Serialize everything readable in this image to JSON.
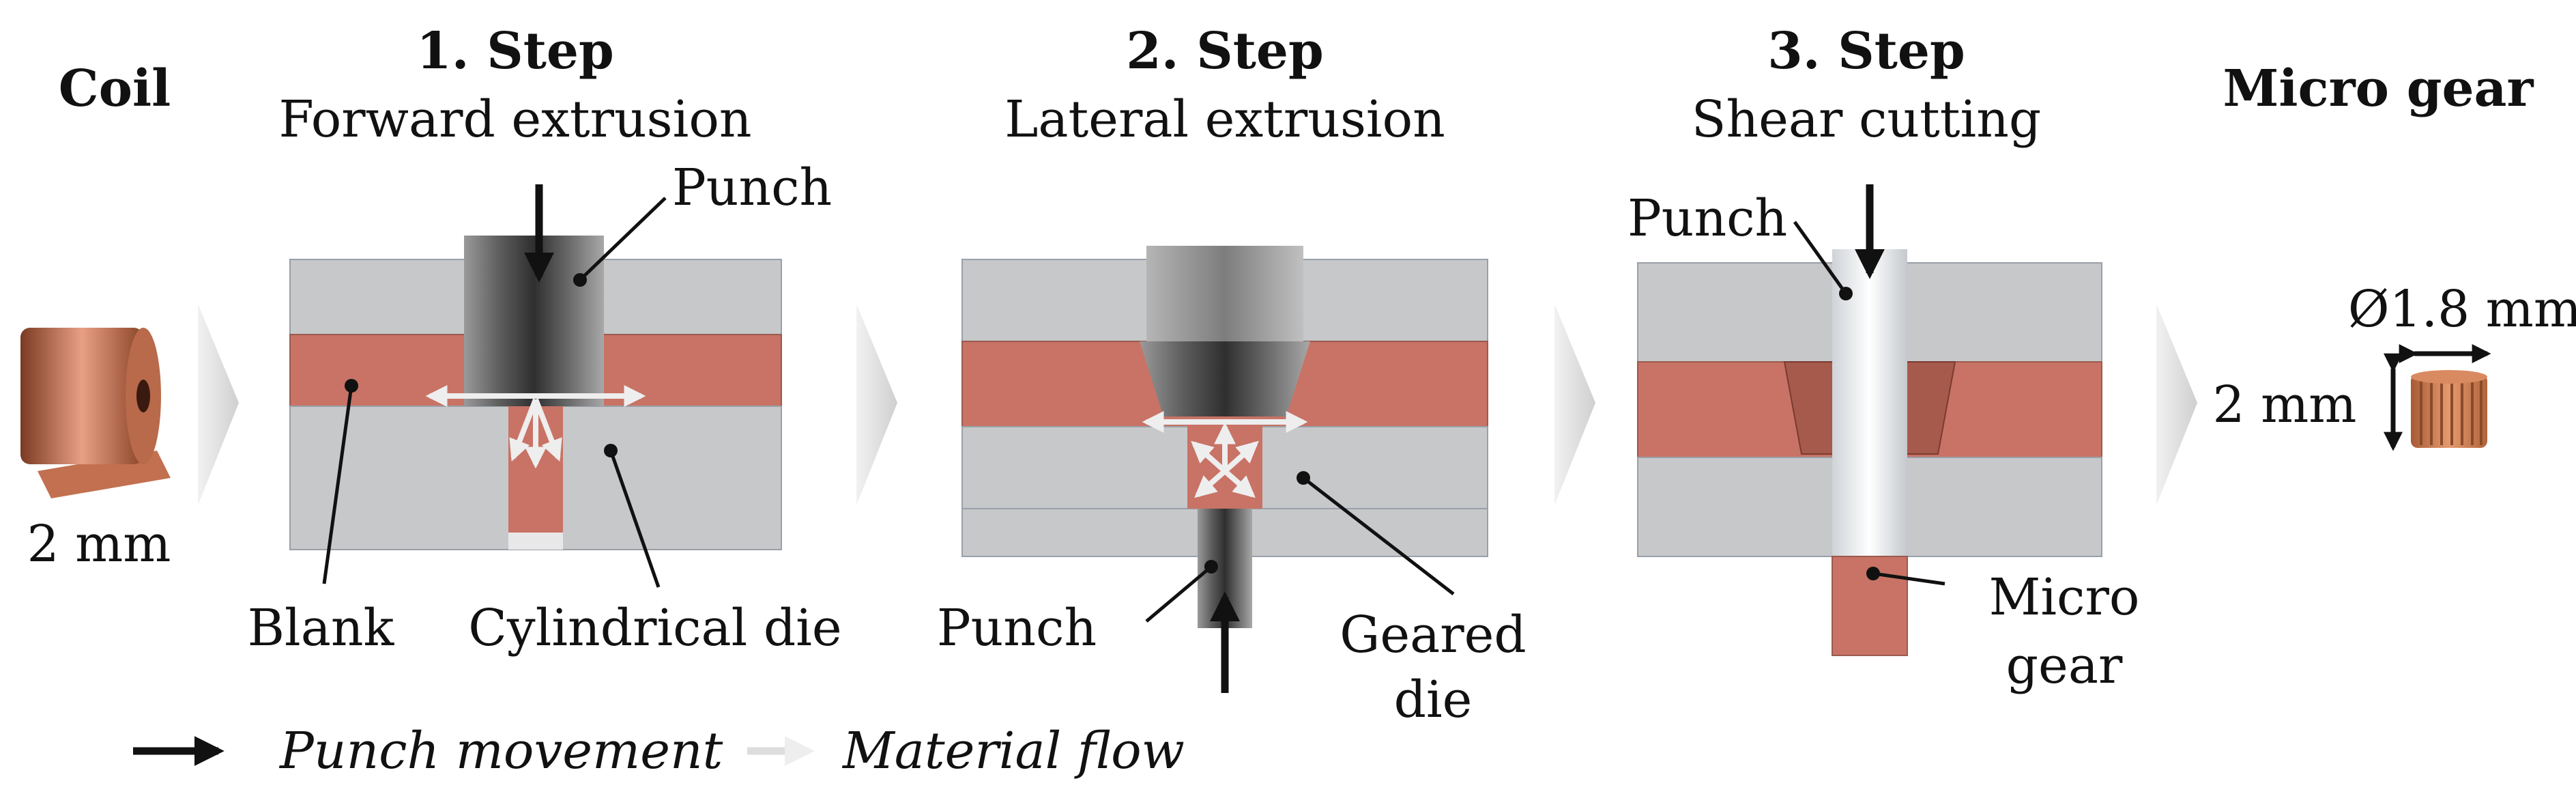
{
  "coil": {
    "title": "Coil",
    "thickness": "2 mm"
  },
  "steps": [
    {
      "title": "1. Step",
      "subtitle": "Forward extrusion",
      "labels": {
        "punch": "Punch",
        "blank": "Blank",
        "die": "Cylindrical die"
      }
    },
    {
      "title": "2. Step",
      "subtitle": "Lateral extrusion",
      "labels": {
        "punch": "Punch",
        "die_line1": "Geared",
        "die_line2": "die"
      }
    },
    {
      "title": "3. Step",
      "subtitle": "Shear cutting",
      "labels": {
        "punch": "Punch",
        "gear_line1": "Micro",
        "gear_line2": "gear"
      }
    }
  ],
  "product": {
    "title": "Micro gear",
    "diameter": "Ø1.8 mm",
    "height": "2 mm"
  },
  "legend": {
    "punch_movement": "Punch movement",
    "material_flow": "Material flow"
  },
  "colors": {
    "die_gray": "#c6c8ca",
    "copper": "#c87365",
    "punch_dark": "#4a4a4a",
    "arrow_black": "#111111",
    "arrow_flow": "#e6e6e6",
    "chevron": "#d9d9d9"
  }
}
